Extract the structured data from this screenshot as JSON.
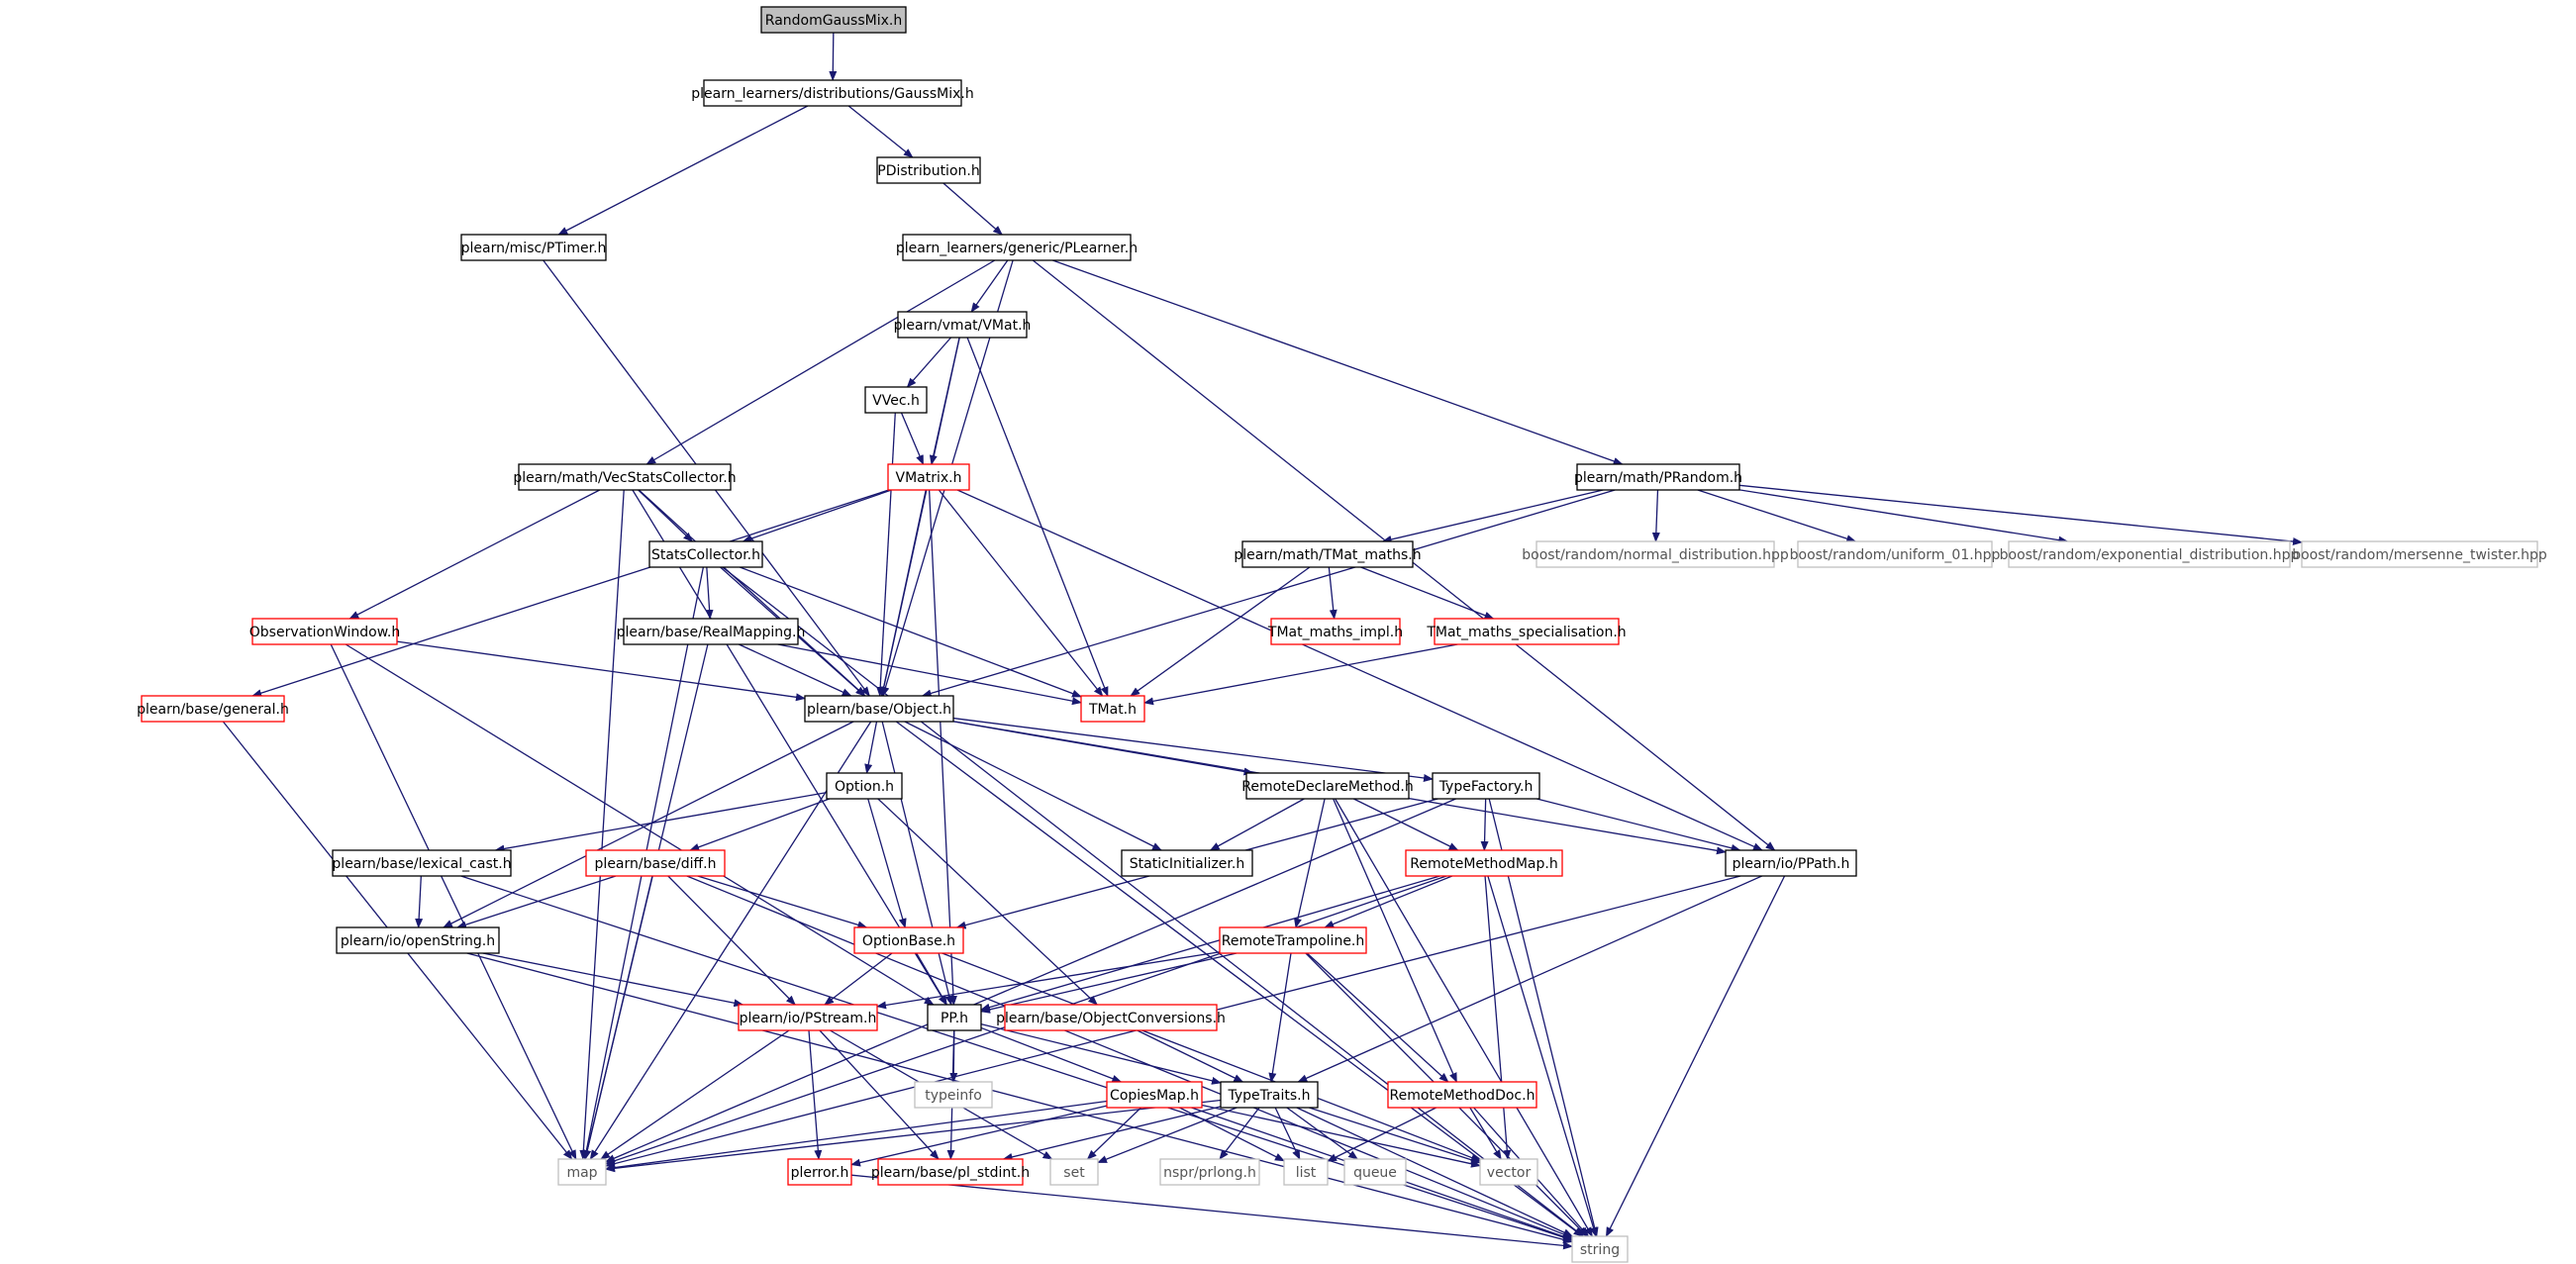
{
  "diagram": {
    "type": "include-dependency-graph",
    "colors": {
      "edge": "#191970",
      "root_fill": "#bfbfbf",
      "doc_border": "#000000",
      "undoc_border": "#ff0000",
      "ext_border": "#bfbfbf",
      "ext_text": "#555555",
      "text": "#000000",
      "background": "#ffffff"
    },
    "nodes": {
      "n_root": {
        "label": "RandomGaussMix.h",
        "kind": "root"
      },
      "n_gaussmix": {
        "label": "plearn_learners/distributions/GaussMix.h",
        "kind": "doc"
      },
      "n_pdist": {
        "label": "PDistribution.h",
        "kind": "doc"
      },
      "n_ptimer": {
        "label": "plearn/misc/PTimer.h",
        "kind": "doc"
      },
      "n_plearner": {
        "label": "plearn_learners/generic/PLearner.h",
        "kind": "doc"
      },
      "n_vmat": {
        "label": "plearn/vmat/VMat.h",
        "kind": "doc"
      },
      "n_vvec": {
        "label": "VVec.h",
        "kind": "doc"
      },
      "n_vmatrix": {
        "label": "VMatrix.h",
        "kind": "undoc"
      },
      "n_vecstats": {
        "label": "plearn/math/VecStatsCollector.h",
        "kind": "doc"
      },
      "n_prandom": {
        "label": "plearn/math/PRandom.h",
        "kind": "doc"
      },
      "n_statscoll": {
        "label": "StatsCollector.h",
        "kind": "doc"
      },
      "n_obswin": {
        "label": "ObservationWindow.h",
        "kind": "undoc"
      },
      "n_general": {
        "label": "plearn/base/general.h",
        "kind": "undoc"
      },
      "n_realmap": {
        "label": "plearn/base/RealMapping.h",
        "kind": "doc"
      },
      "n_object": {
        "label": "plearn/base/Object.h",
        "kind": "doc"
      },
      "n_tmath": {
        "label": "TMat.h",
        "kind": "undoc"
      },
      "n_tmatmaths": {
        "label": "plearn/math/TMat_maths.h",
        "kind": "doc"
      },
      "n_tmatimpl": {
        "label": "TMat_maths_impl.h",
        "kind": "undoc"
      },
      "n_tmatspec": {
        "label": "TMat_maths_specialisation.h",
        "kind": "undoc"
      },
      "n_bnormal": {
        "label": "boost/random/normal_distribution.hpp",
        "kind": "ext"
      },
      "n_buniform": {
        "label": "boost/random/uniform_01.hpp",
        "kind": "ext"
      },
      "n_bexp": {
        "label": "boost/random/exponential_distribution.hpp",
        "kind": "ext"
      },
      "n_bmt": {
        "label": "boost/random/mersenne_twister.hpp",
        "kind": "ext"
      },
      "n_option": {
        "label": "Option.h",
        "kind": "doc"
      },
      "n_rdm": {
        "label": "RemoteDeclareMethod.h",
        "kind": "doc"
      },
      "n_typefact": {
        "label": "TypeFactory.h",
        "kind": "doc"
      },
      "n_lexcast": {
        "label": "plearn/base/lexical_cast.h",
        "kind": "doc"
      },
      "n_diff": {
        "label": "plearn/base/diff.h",
        "kind": "undoc"
      },
      "n_staticinit": {
        "label": "StaticInitializer.h",
        "kind": "doc"
      },
      "n_rmm": {
        "label": "RemoteMethodMap.h",
        "kind": "undoc"
      },
      "n_ppath": {
        "label": "plearn/io/PPath.h",
        "kind": "doc"
      },
      "n_openstring": {
        "label": "plearn/io/openString.h",
        "kind": "doc"
      },
      "n_optionbase": {
        "label": "OptionBase.h",
        "kind": "undoc"
      },
      "n_rtramp": {
        "label": "RemoteTrampoline.h",
        "kind": "undoc"
      },
      "n_pstream": {
        "label": "plearn/io/PStream.h",
        "kind": "undoc"
      },
      "n_pp": {
        "label": "PP.h",
        "kind": "doc"
      },
      "n_objconv": {
        "label": "plearn/base/ObjectConversions.h",
        "kind": "undoc"
      },
      "n_typeinfo": {
        "label": "typeinfo",
        "kind": "ext"
      },
      "n_copiesmap": {
        "label": "CopiesMap.h",
        "kind": "undoc"
      },
      "n_typetraits": {
        "label": "TypeTraits.h",
        "kind": "doc"
      },
      "n_rmdoc": {
        "label": "RemoteMethodDoc.h",
        "kind": "undoc"
      },
      "n_map": {
        "label": "map",
        "kind": "ext"
      },
      "n_plerror": {
        "label": "plerror.h",
        "kind": "undoc"
      },
      "n_plstdint": {
        "label": "plearn/base/pl_stdint.h",
        "kind": "undoc"
      },
      "n_set": {
        "label": "set",
        "kind": "ext"
      },
      "n_nspr": {
        "label": "nspr/prlong.h",
        "kind": "ext"
      },
      "n_list": {
        "label": "list",
        "kind": "ext"
      },
      "n_queue": {
        "label": "queue",
        "kind": "ext"
      },
      "n_vector": {
        "label": "vector",
        "kind": "ext"
      },
      "n_string": {
        "label": "string",
        "kind": "ext"
      }
    },
    "edges": [
      [
        "n_root",
        "n_gaussmix"
      ],
      [
        "n_gaussmix",
        "n_pdist"
      ],
      [
        "n_gaussmix",
        "n_ptimer"
      ],
      [
        "n_pdist",
        "n_plearner"
      ],
      [
        "n_ptimer",
        "n_object"
      ],
      [
        "n_plearner",
        "n_vmat"
      ],
      [
        "n_plearner",
        "n_vecstats"
      ],
      [
        "n_plearner",
        "n_object"
      ],
      [
        "n_plearner",
        "n_prandom"
      ],
      [
        "n_plearner",
        "n_ppath"
      ],
      [
        "n_vmat",
        "n_vvec"
      ],
      [
        "n_vmat",
        "n_vmatrix"
      ],
      [
        "n_vmat",
        "n_object"
      ],
      [
        "n_vmat",
        "n_tmath"
      ],
      [
        "n_vvec",
        "n_vmatrix"
      ],
      [
        "n_vvec",
        "n_object"
      ],
      [
        "n_vmatrix",
        "n_statscoll"
      ],
      [
        "n_vmatrix",
        "n_object"
      ],
      [
        "n_vmatrix",
        "n_tmath"
      ],
      [
        "n_vmatrix",
        "n_ppath"
      ],
      [
        "n_vmatrix",
        "n_general"
      ],
      [
        "n_vmatrix",
        "n_pp"
      ],
      [
        "n_vecstats",
        "n_statscoll"
      ],
      [
        "n_vecstats",
        "n_obswin"
      ],
      [
        "n_vecstats",
        "n_object"
      ],
      [
        "n_vecstats",
        "n_map"
      ],
      [
        "n_vecstats",
        "n_pp"
      ],
      [
        "n_prandom",
        "n_tmatmaths"
      ],
      [
        "n_prandom",
        "n_bnormal"
      ],
      [
        "n_prandom",
        "n_buniform"
      ],
      [
        "n_prandom",
        "n_bexp"
      ],
      [
        "n_prandom",
        "n_bmt"
      ],
      [
        "n_prandom",
        "n_object"
      ],
      [
        "n_statscoll",
        "n_realmap"
      ],
      [
        "n_statscoll",
        "n_object"
      ],
      [
        "n_statscoll",
        "n_tmath"
      ],
      [
        "n_statscoll",
        "n_map"
      ],
      [
        "n_statscoll",
        "n_string"
      ],
      [
        "n_obswin",
        "n_object"
      ],
      [
        "n_obswin",
        "n_map"
      ],
      [
        "n_obswin",
        "n_pp"
      ],
      [
        "n_general",
        "n_map"
      ],
      [
        "n_realmap",
        "n_object"
      ],
      [
        "n_realmap",
        "n_tmath"
      ],
      [
        "n_realmap",
        "n_map"
      ],
      [
        "n_tmatmaths",
        "n_tmatimpl"
      ],
      [
        "n_tmatmaths",
        "n_tmatspec"
      ],
      [
        "n_tmatmaths",
        "n_tmath"
      ],
      [
        "n_tmatspec",
        "n_tmath"
      ],
      [
        "n_object",
        "n_option"
      ],
      [
        "n_object",
        "n_rdm"
      ],
      [
        "n_object",
        "n_typefact"
      ],
      [
        "n_object",
        "n_staticinit"
      ],
      [
        "n_object",
        "n_ppath"
      ],
      [
        "n_object",
        "n_pp"
      ],
      [
        "n_object",
        "n_openstring"
      ],
      [
        "n_object",
        "n_map"
      ],
      [
        "n_object",
        "n_string"
      ],
      [
        "n_option",
        "n_lexcast"
      ],
      [
        "n_option",
        "n_diff"
      ],
      [
        "n_option",
        "n_optionbase"
      ],
      [
        "n_option",
        "n_objconv"
      ],
      [
        "n_rdm",
        "n_staticinit"
      ],
      [
        "n_rdm",
        "n_rmm"
      ],
      [
        "n_rdm",
        "n_rtramp"
      ],
      [
        "n_rdm",
        "n_rmdoc"
      ],
      [
        "n_rdm",
        "n_string"
      ],
      [
        "n_typefact",
        "n_rmm"
      ],
      [
        "n_typefact",
        "n_ppath"
      ],
      [
        "n_typefact",
        "n_optionbase"
      ],
      [
        "n_typefact",
        "n_map"
      ],
      [
        "n_typefact",
        "n_string"
      ],
      [
        "n_lexcast",
        "n_openstring"
      ],
      [
        "n_lexcast",
        "n_string"
      ],
      [
        "n_diff",
        "n_openstring"
      ],
      [
        "n_diff",
        "n_optionbase"
      ],
      [
        "n_diff",
        "n_pstream"
      ],
      [
        "n_diff",
        "n_map"
      ],
      [
        "n_diff",
        "n_string"
      ],
      [
        "n_rmm",
        "n_rtramp"
      ],
      [
        "n_rmm",
        "n_pp"
      ],
      [
        "n_rmm",
        "n_vector"
      ],
      [
        "n_rmm",
        "n_string"
      ],
      [
        "n_rmm",
        "n_map"
      ],
      [
        "n_ppath",
        "n_typetraits"
      ],
      [
        "n_ppath",
        "n_map"
      ],
      [
        "n_ppath",
        "n_string"
      ],
      [
        "n_openstring",
        "n_pstream"
      ],
      [
        "n_openstring",
        "n_string"
      ],
      [
        "n_optionbase",
        "n_pstream"
      ],
      [
        "n_optionbase",
        "n_pp"
      ],
      [
        "n_optionbase",
        "n_vector"
      ],
      [
        "n_rtramp",
        "n_pp"
      ],
      [
        "n_rtramp",
        "n_pstream"
      ],
      [
        "n_rtramp",
        "n_typetraits"
      ],
      [
        "n_rtramp",
        "n_rmdoc"
      ],
      [
        "n_rtramp",
        "n_string"
      ],
      [
        "n_pstream",
        "n_map"
      ],
      [
        "n_pstream",
        "n_plerror"
      ],
      [
        "n_pstream",
        "n_plstdint"
      ],
      [
        "n_pstream",
        "n_set"
      ],
      [
        "n_pp",
        "n_typeinfo"
      ],
      [
        "n_pp",
        "n_copiesmap"
      ],
      [
        "n_pp",
        "n_typetraits"
      ],
      [
        "n_pp",
        "n_plstdint"
      ],
      [
        "n_objconv",
        "n_typetraits"
      ],
      [
        "n_copiesmap",
        "n_map"
      ],
      [
        "n_copiesmap",
        "n_set"
      ],
      [
        "n_copiesmap",
        "n_plerror"
      ],
      [
        "n_copiesmap",
        "n_list"
      ],
      [
        "n_copiesmap",
        "n_string"
      ],
      [
        "n_copiesmap",
        "n_vector"
      ],
      [
        "n_typetraits",
        "n_map"
      ],
      [
        "n_typetraits",
        "n_plstdint"
      ],
      [
        "n_typetraits",
        "n_set"
      ],
      [
        "n_typetraits",
        "n_nspr"
      ],
      [
        "n_typetraits",
        "n_list"
      ],
      [
        "n_typetraits",
        "n_queue"
      ],
      [
        "n_typetraits",
        "n_vector"
      ],
      [
        "n_typetraits",
        "n_string"
      ],
      [
        "n_rmdoc",
        "n_list"
      ],
      [
        "n_rmdoc",
        "n_vector"
      ],
      [
        "n_rmdoc",
        "n_string"
      ],
      [
        "n_plerror",
        "n_string"
      ]
    ]
  }
}
